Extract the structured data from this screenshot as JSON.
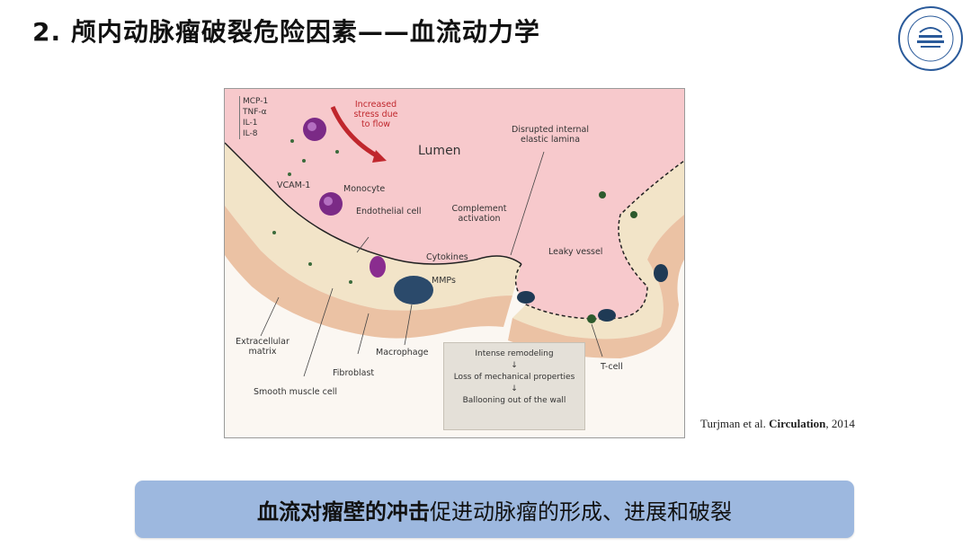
{
  "slide": {
    "title": "2. 颅内动脉瘤破裂危险因素——血流动力学"
  },
  "figure": {
    "cytokine_list": [
      "MCP-1",
      "TNF-α",
      "IL-1",
      "IL-8"
    ],
    "labels": {
      "increased_stress": "Increased stress due to flow",
      "lumen": "Lumen",
      "disrupted_lamina": "Disrupted internal elastic lamina",
      "vcam": "VCAM-1",
      "monocyte": "Monocyte",
      "endothelial": "Endothelial cell",
      "complement": "Complement activation",
      "cytokines": "Cytokines",
      "mmps": "MMPs",
      "leaky_vessel": "Leaky vessel",
      "extracellular": "Extracellular matrix",
      "fibroblast": "Fibroblast",
      "macrophage": "Macrophage",
      "smooth_muscle": "Smooth muscle cell",
      "tcell": "T-cell"
    },
    "flow_steps": [
      "Intense remodeling",
      "↓",
      "Loss of mechanical properties",
      "↓",
      "Ballooning out of the wall"
    ]
  },
  "citation": {
    "authors": "Turjman et al.",
    "journal": "Circulation",
    "year": ", 2014"
  },
  "banner": {
    "bold_text": "血流对瘤壁的冲击",
    "normal_text": "促进动脉瘤的形成、进展和破裂"
  },
  "colors": {
    "banner_bg": "#9db8df",
    "lumen": "#f7c9cc",
    "wall": "#f2e4c8",
    "arrow": "#c0272d"
  }
}
